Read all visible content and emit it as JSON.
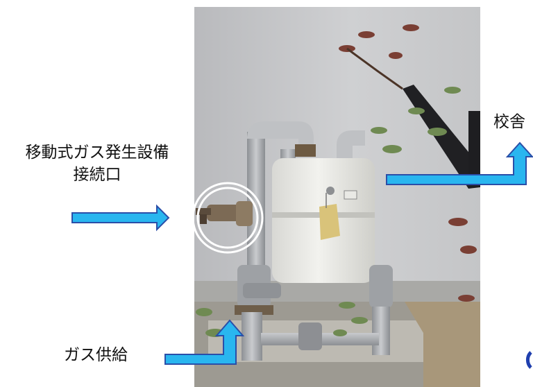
{
  "labels": {
    "connection_line1": "移動式ガス発生設備",
    "connection_line2": "接続口",
    "supply": "ガス供給",
    "building": "校舎"
  },
  "colors": {
    "arrow_fill": "#29b6ef",
    "arrow_outline": "#2a4ea8",
    "circle_marker": "#ffffff",
    "corner_mark": "#1f3fae"
  },
  "photo": {
    "subject": "gas-meter-photo"
  }
}
